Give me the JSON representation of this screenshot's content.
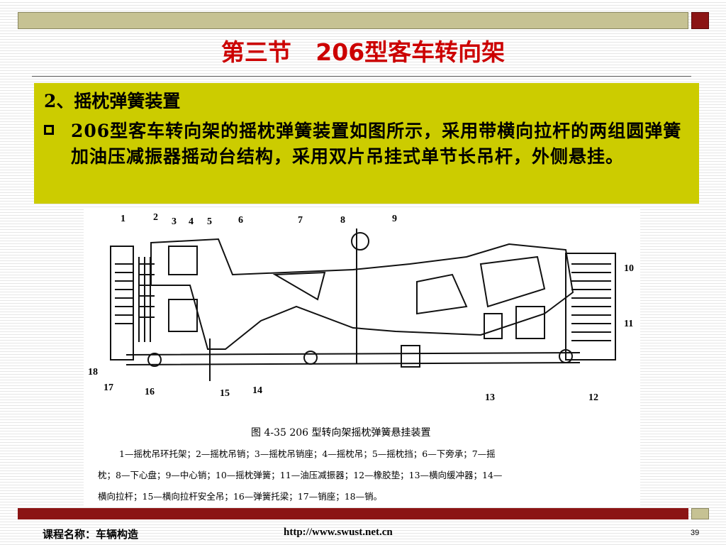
{
  "slide": {
    "title": "第三节   206型客车转向架",
    "heading": "2、摇枕弹簧装置",
    "bullet_text": "206型客车转向架的摇枕弹簧装置如图所示，采用带横向拉杆的两组圆弹簧加油压减振器摇动台结构，采用双片吊挂式单节长吊杆，外侧悬挂。"
  },
  "figure": {
    "labels": [
      "1",
      "2",
      "3",
      "4",
      "5",
      "6",
      "7",
      "8",
      "9",
      "10",
      "11",
      "12",
      "13",
      "14",
      "15",
      "16",
      "17",
      "18"
    ],
    "caption": "图 4-35   206 型转向架摇枕弹簧悬挂装置",
    "legend_lines": [
      "1—摇枕吊环托架；2—摇枕吊销；3—摇枕吊销座；4—摇枕吊；5—摇枕挡；6—下旁承；7—摇",
      "枕；8—下心盘；9—中心销；10—摇枕弹簧；11—油压减振器；12—橡胶垫；13—横向缓冲器；14—",
      "横向拉杆；15—横向拉杆安全吊；16—弹簧托梁；17—销座；18—销。"
    ]
  },
  "footer": {
    "course": "课程名称：车辆构造",
    "url": "http://www.swust.net.cn",
    "page": "39"
  },
  "colors": {
    "title": "#cc0000",
    "content_bg": "#cccc00",
    "bar_olive": "#c6c293",
    "bar_red": "#8b1414"
  }
}
